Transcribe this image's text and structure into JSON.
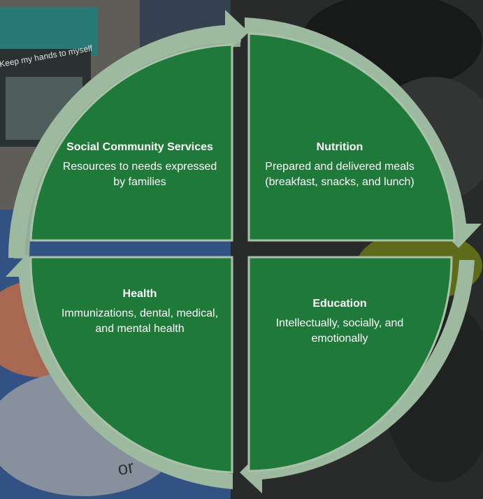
{
  "diagram": {
    "quadrants": {
      "social": {
        "title": "Social Community Services",
        "description": "Resources to needs expressed by families"
      },
      "nutrition": {
        "title": "Nutrition",
        "description": "Prepared and delivered meals (breakfast, snacks, and lunch)"
      },
      "health": {
        "title": "Health",
        "description": "Immunizations, dental, medical, and mental health"
      },
      "education": {
        "title": "Education",
        "description": "Intellectually, socially, and emotionally"
      }
    },
    "colors": {
      "quadrant_fill": "#1f7a3a",
      "ring": "#9db99f",
      "ring_outline": "#c9d8c9"
    }
  },
  "background": {
    "sign_text": "Keep my hands to myself",
    "rug_text": "or"
  }
}
